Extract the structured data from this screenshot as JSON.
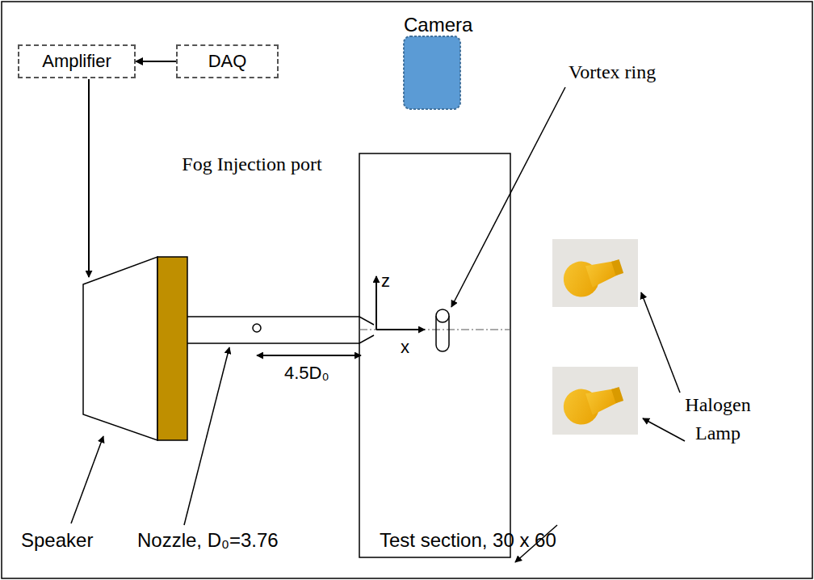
{
  "diagram": {
    "nodes": [
      {
        "text": [
          "Amplifier"
        ]
      },
      {
        "text": [
          "DAQ"
        ]
      }
    ],
    "edges": [
      {
        "from": 1,
        "to": 0,
        "arrow": "to"
      }
    ],
    "labels": [
      "Camera",
      "Fog Injection port",
      "Vortex ring",
      "Halogen Lamp",
      "z",
      "x",
      "4.5D₀",
      "Speaker",
      "Nozzle, D₀=3.76",
      "Test section, 30 x 60"
    ]
  }
}
